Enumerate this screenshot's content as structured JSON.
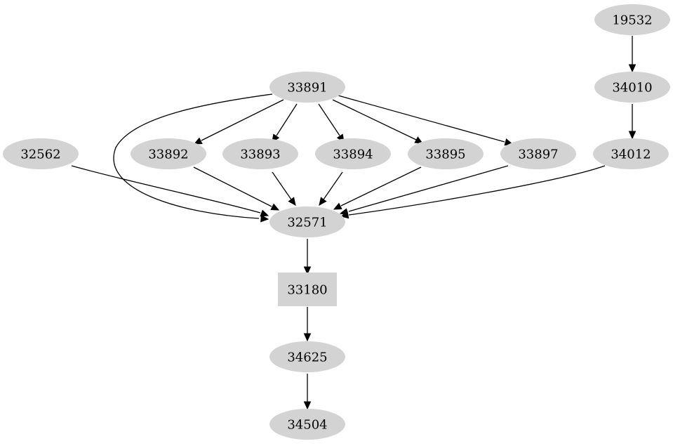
{
  "graph": {
    "nodes": [
      {
        "id": "n19532",
        "label": "19532",
        "shape": "ellipse"
      },
      {
        "id": "n34010",
        "label": "34010",
        "shape": "ellipse"
      },
      {
        "id": "n33891",
        "label": "33891",
        "shape": "ellipse"
      },
      {
        "id": "n32562",
        "label": "32562",
        "shape": "ellipse"
      },
      {
        "id": "n33892",
        "label": "33892",
        "shape": "ellipse"
      },
      {
        "id": "n33893",
        "label": "33893",
        "shape": "ellipse"
      },
      {
        "id": "n33894",
        "label": "33894",
        "shape": "ellipse"
      },
      {
        "id": "n33895",
        "label": "33895",
        "shape": "ellipse"
      },
      {
        "id": "n33897",
        "label": "33897",
        "shape": "ellipse"
      },
      {
        "id": "n34012",
        "label": "34012",
        "shape": "ellipse"
      },
      {
        "id": "n32571",
        "label": "32571",
        "shape": "ellipse"
      },
      {
        "id": "n33180",
        "label": "33180",
        "shape": "box"
      },
      {
        "id": "n34625",
        "label": "34625",
        "shape": "ellipse"
      },
      {
        "id": "n34504",
        "label": "34504",
        "shape": "ellipse"
      }
    ],
    "edges": [
      {
        "from": "n19532",
        "to": "n34010"
      },
      {
        "from": "n34010",
        "to": "n34012"
      },
      {
        "from": "n33891",
        "to": "n33892"
      },
      {
        "from": "n33891",
        "to": "n33893"
      },
      {
        "from": "n33891",
        "to": "n33894"
      },
      {
        "from": "n33891",
        "to": "n33895"
      },
      {
        "from": "n33891",
        "to": "n33897"
      },
      {
        "from": "n33891",
        "to": "n32571"
      },
      {
        "from": "n32562",
        "to": "n32571"
      },
      {
        "from": "n33892",
        "to": "n32571"
      },
      {
        "from": "n33893",
        "to": "n32571"
      },
      {
        "from": "n33894",
        "to": "n32571"
      },
      {
        "from": "n33895",
        "to": "n32571"
      },
      {
        "from": "n33897",
        "to": "n32571"
      },
      {
        "from": "n34012",
        "to": "n32571"
      },
      {
        "from": "n32571",
        "to": "n33180"
      },
      {
        "from": "n33180",
        "to": "n34625"
      },
      {
        "from": "n34625",
        "to": "n34504"
      }
    ],
    "colors": {
      "node_fill": "#d3d3d3",
      "edge": "#000000",
      "text": "#000000"
    }
  }
}
